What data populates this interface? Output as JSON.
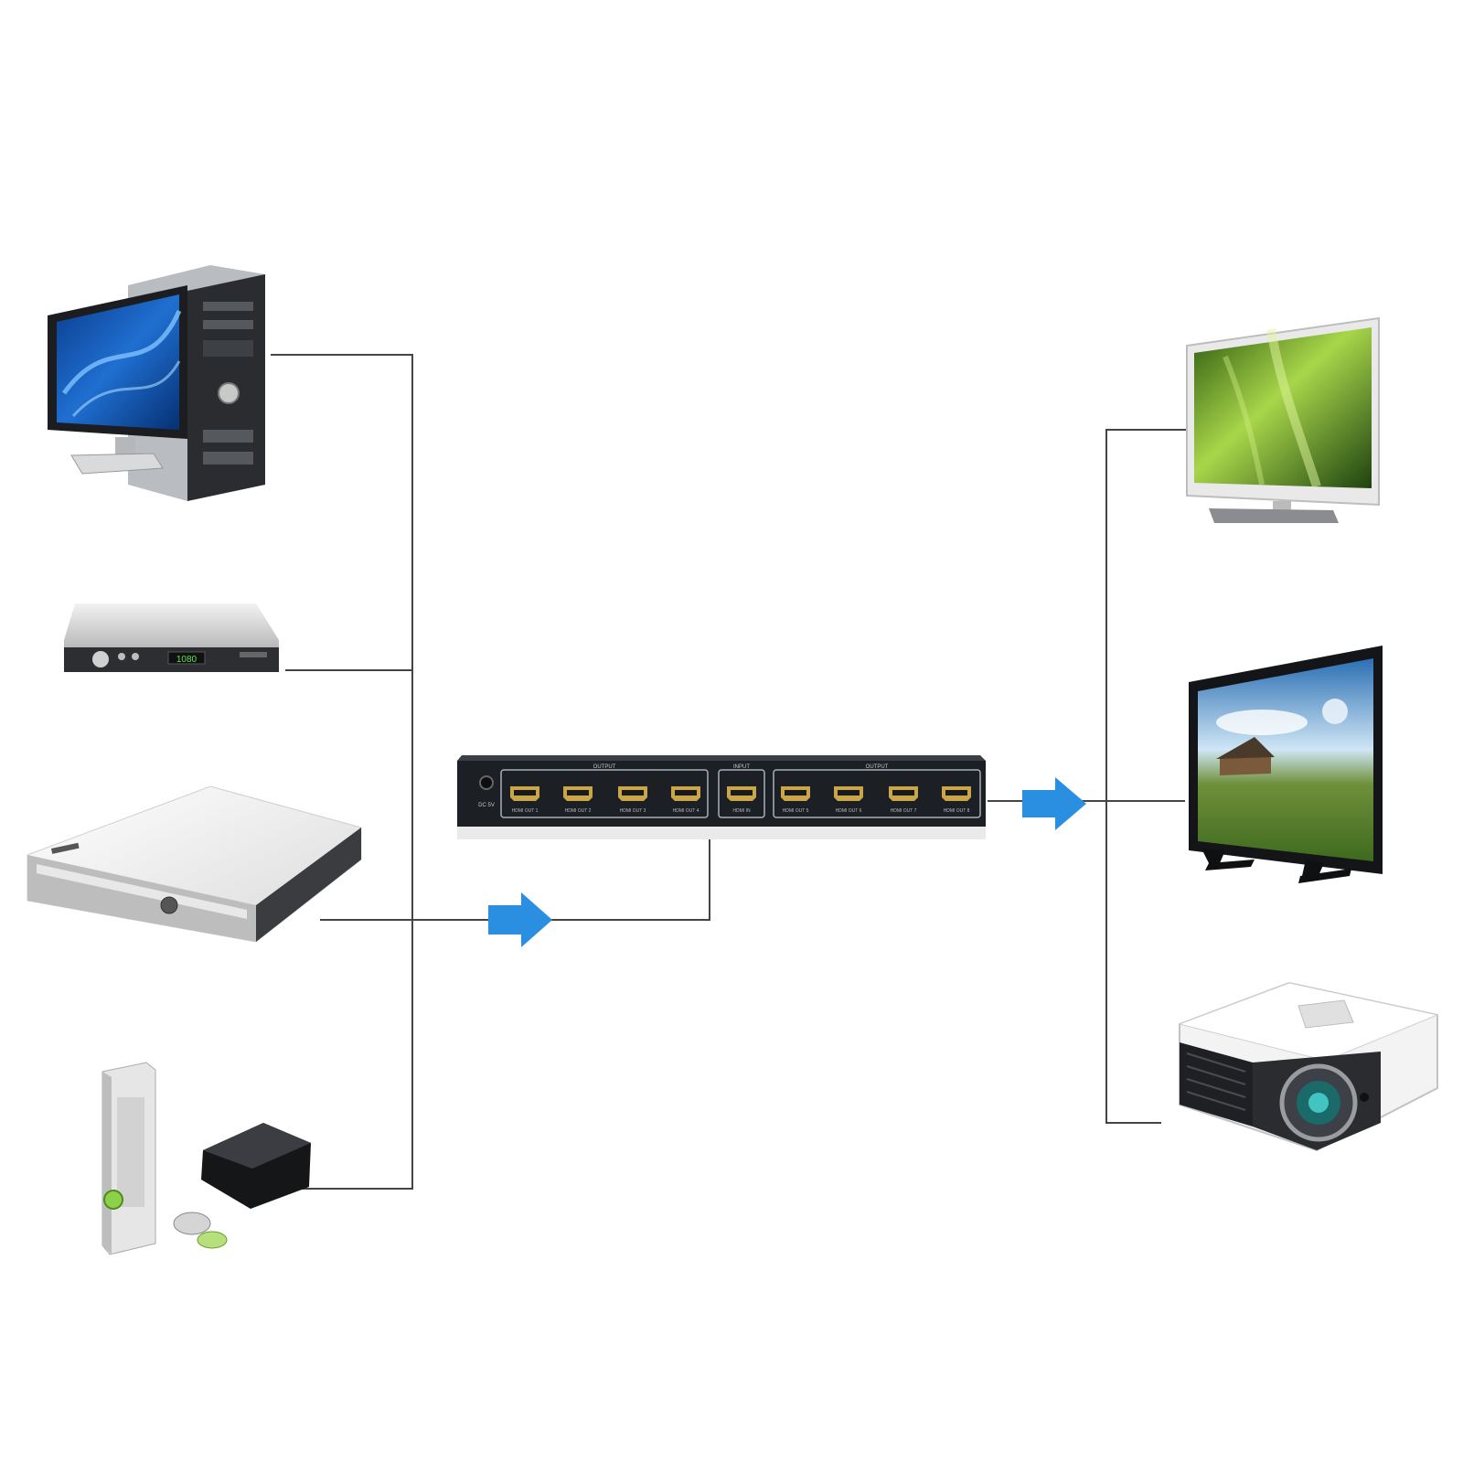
{
  "diagram": {
    "splitter": {
      "group_left_label": "OUTPUT",
      "group_center_label": "INPUT",
      "group_right_label": "OUTPUT",
      "power_label": "DC 5V",
      "ports": [
        {
          "label": "HDMI OUT 1"
        },
        {
          "label": "HDMI OUT 2"
        },
        {
          "label": "HDMI OUT 3"
        },
        {
          "label": "HDMI OUT 4"
        },
        {
          "label": "HDMI IN"
        },
        {
          "label": "HDMI OUT 5"
        },
        {
          "label": "HDMI OUT 6"
        },
        {
          "label": "HDMI OUT 7"
        },
        {
          "label": "HDMI OUT 8"
        }
      ]
    },
    "set_top_box": {
      "display": "1080"
    },
    "colors": {
      "arrow": "#2a8fe0",
      "line": "#444444",
      "splitter_body": "#1c1f24",
      "port_gold": "#c9a64a"
    }
  }
}
